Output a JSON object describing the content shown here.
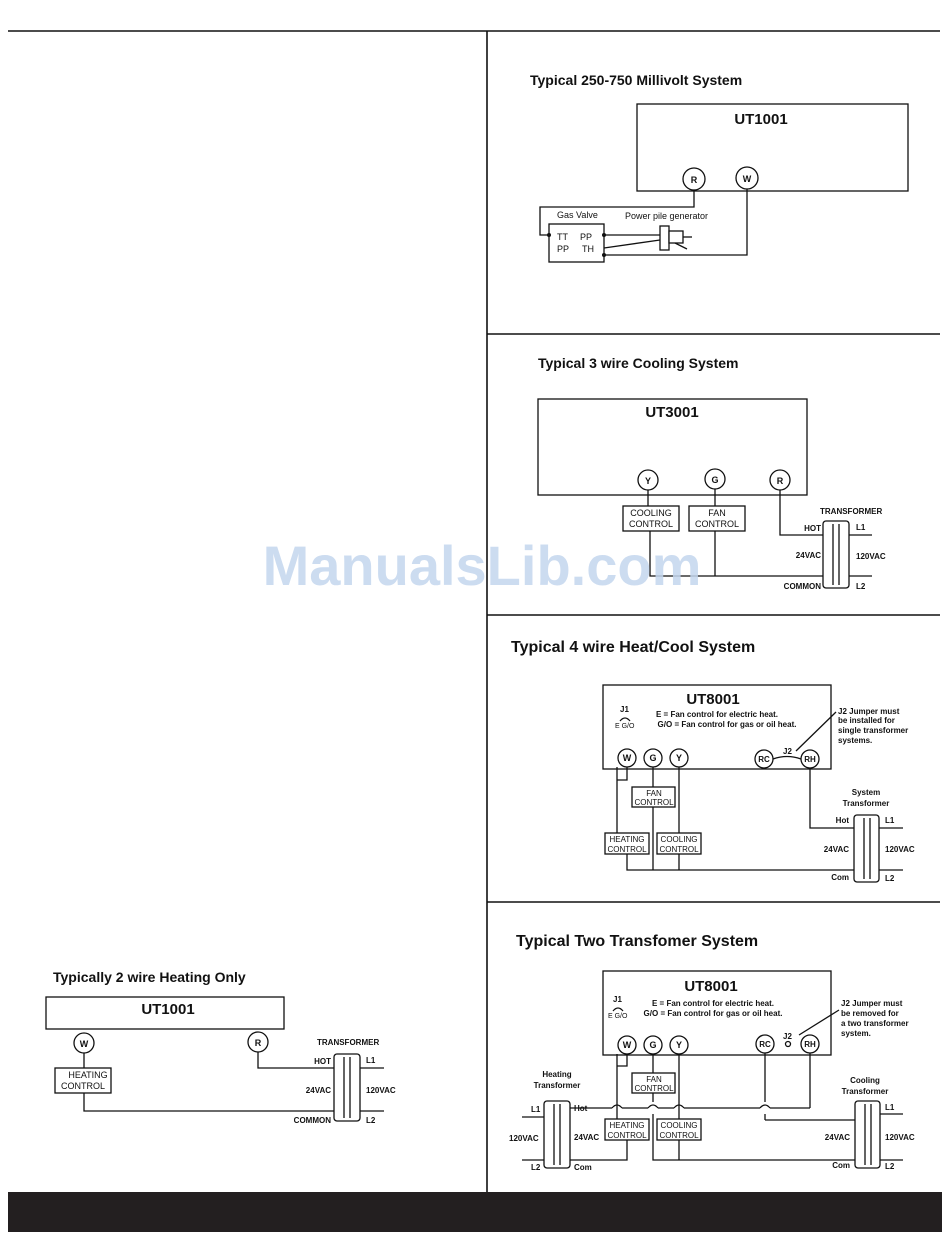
{
  "watermark": "ManualsLib.com",
  "footer": {
    "color": "#231f20"
  },
  "d1": {
    "title": "Typical 250-750 Millivolt System",
    "model": "UT1001",
    "terminals": [
      "R",
      "W"
    ],
    "gas_valve_label": "Gas Valve",
    "generator_label": "Power pile generator",
    "valve_tt": "TT",
    "valve_pp1": "PP",
    "valve_pp2": "PP",
    "valve_th": "TH"
  },
  "d2": {
    "title": "Typical 3 wire Cooling System",
    "model": "UT3001",
    "terminals": [
      "Y",
      "G",
      "R"
    ],
    "cooling_control": [
      "COOLING",
      "CONTROL"
    ],
    "fan_control": [
      "FAN",
      "CONTROL"
    ],
    "transformer": "TRANSFORMER",
    "hot": "HOT",
    "common": "COMMON",
    "l1": "L1",
    "l2": "L2",
    "v24": "24VAC",
    "v120": "120VAC"
  },
  "d3": {
    "title": "Typical 4 wire Heat/Cool System",
    "model": "UT8001",
    "j1": "J1",
    "j1_sub": "E  G/O",
    "e_note": "E = Fan control for electric heat.",
    "go_note": "G/O = Fan control for gas or oil heat.",
    "j2_note": [
      "J2 Jumper must",
      "be installed for",
      "single transformer",
      "systems."
    ],
    "j2": "J2",
    "terminals": [
      "W",
      "G",
      "Y",
      "RC",
      "RH"
    ],
    "fan_control": [
      "FAN",
      "CONTROL"
    ],
    "heating_control": [
      "HEATING",
      "CONTROL"
    ],
    "cooling_control": [
      "COOLING",
      "CONTROL"
    ],
    "sys_transformer": [
      "System",
      "Transformer"
    ],
    "hot": "Hot",
    "com": "Com",
    "l1": "L1",
    "l2": "L2",
    "v24": "24VAC",
    "v120": "120VAC"
  },
  "d4": {
    "title": "Typical Two Transfomer System",
    "model": "UT8001",
    "j1": "J1",
    "j1_sub": "E  G/O",
    "e_note": "E = Fan control for electric heat.",
    "go_note": "G/O = Fan control for gas or oil heat.",
    "j2_note": [
      "J2 Jumper must",
      "be removed for",
      "a two transformer",
      "system."
    ],
    "j2": "J2",
    "terminals": [
      "W",
      "G",
      "Y",
      "RC",
      "RH"
    ],
    "fan_control": [
      "FAN",
      "CONTROL"
    ],
    "heating_control": [
      "HEATING",
      "CONTROL"
    ],
    "cooling_control": [
      "COOLING",
      "CONTROL"
    ],
    "heating_transformer": [
      "Heating",
      "Transformer"
    ],
    "cooling_transformer": [
      "Cooling",
      "Transformer"
    ],
    "hot": "Hot",
    "com": "Com",
    "l1": "L1",
    "l2": "L2",
    "v24": "24VAC",
    "v120": "120VAC"
  },
  "d5": {
    "title": "Typically 2 wire Heating Only",
    "model": "UT1001",
    "terminals": [
      "W",
      "R"
    ],
    "heating_control": [
      "HEATING",
      "CONTROL"
    ],
    "transformer": "TRANSFORMER",
    "hot": "HOT",
    "common": "COMMON",
    "l1": "L1",
    "l2": "L2",
    "v24": "24VAC",
    "v120": "120VAC"
  }
}
